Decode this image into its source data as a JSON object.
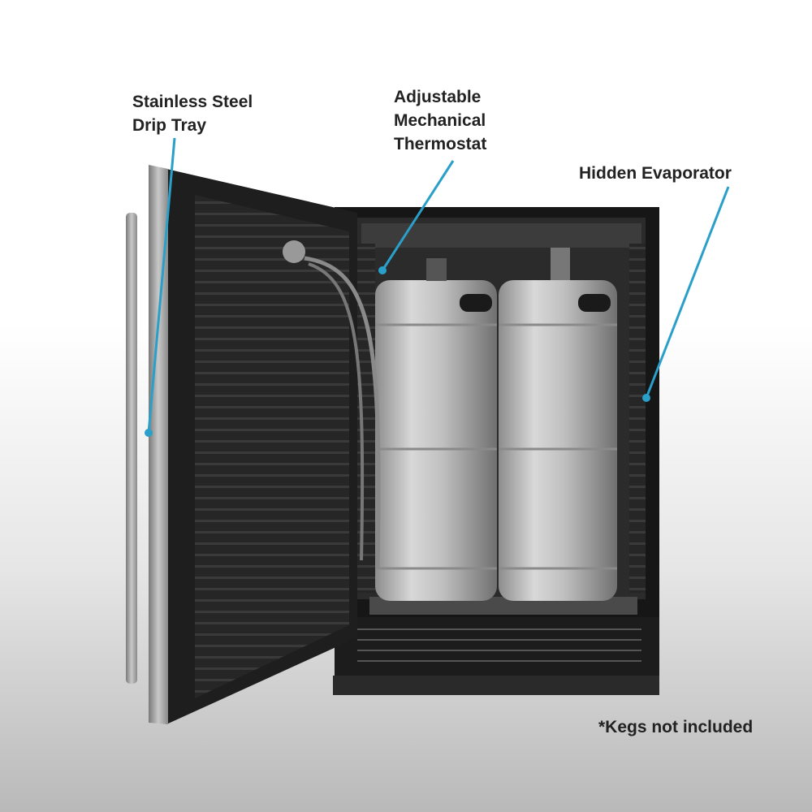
{
  "callouts": [
    {
      "text": "Stainless Steel\nDrip Tray"
    },
    {
      "text": "Adjustable\nMechanical\nThermostat"
    },
    {
      "text": "Hidden Evaporator"
    }
  ],
  "footnote": "*Kegs not included",
  "colors": {
    "callout_line": "#2a9fc9",
    "text": "#222222"
  }
}
